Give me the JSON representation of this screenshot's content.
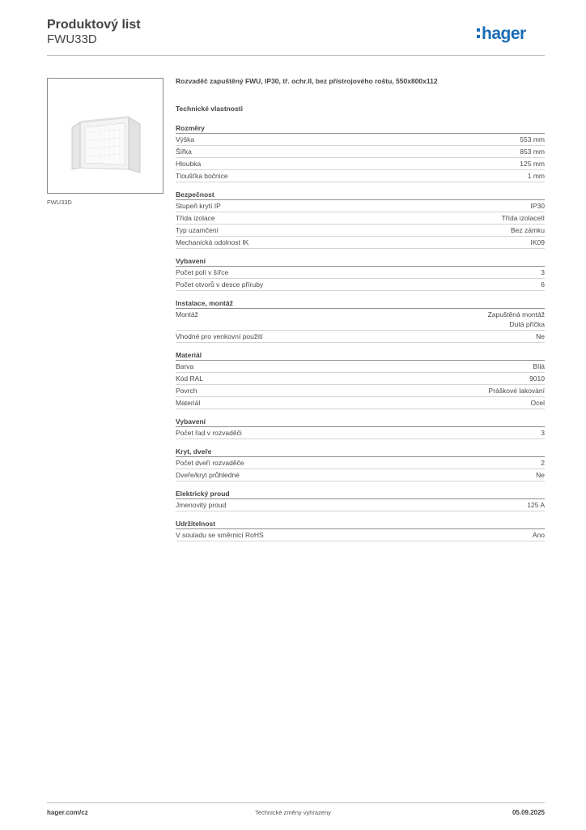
{
  "header": {
    "title": "Produktový list",
    "product_code": "FWU33D",
    "logo_text": "hager"
  },
  "colors": {
    "logo_blue": "#1a6cb5",
    "text": "#3a3a3a",
    "rule": "#8f8f8f"
  },
  "image": {
    "caption": "FWU33D",
    "icon": "enclosure-product-image"
  },
  "description": "Rozvaděč zapuštěný FWU, IP30, tř. ochr.II, bez přístrojového roštu, 550x800x112",
  "properties_heading": "Technické vlastnosti",
  "sections": [
    {
      "title": "Rozměry",
      "rows": [
        {
          "label": "Výška",
          "value": [
            "553 mm"
          ]
        },
        {
          "label": "Šířka",
          "value": [
            "853 mm"
          ]
        },
        {
          "label": "Hloubka",
          "value": [
            "125 mm"
          ]
        },
        {
          "label": "Tloušťka bočnice",
          "value": [
            "1 mm"
          ]
        }
      ]
    },
    {
      "title": "Bezpečnost",
      "rows": [
        {
          "label": "Stupeň krytí IP",
          "value": [
            "IP30"
          ]
        },
        {
          "label": "Třída izolace",
          "value": [
            "Třída izolaceII"
          ]
        },
        {
          "label": "Typ uzamčení",
          "value": [
            "Bez zámku"
          ]
        },
        {
          "label": "Mechanická odolnost IK",
          "value": [
            "IK09"
          ]
        }
      ]
    },
    {
      "title": "Vybavení",
      "rows": [
        {
          "label": "Počet polí v šířce",
          "value": [
            "3"
          ]
        },
        {
          "label": "Počet otvorů v desce příruby",
          "value": [
            "6"
          ]
        }
      ]
    },
    {
      "title": "Instalace, montáž",
      "rows": [
        {
          "label": "Montáž",
          "value": [
            "Zapuštěná montáž",
            "Dutá příčka"
          ]
        },
        {
          "label": "Vhodné pro venkovní použití",
          "value": [
            "Ne"
          ]
        }
      ]
    },
    {
      "title": "Materiál",
      "rows": [
        {
          "label": "Barva",
          "value": [
            "Bílá"
          ]
        },
        {
          "label": "Kód RAL",
          "value": [
            "9010"
          ]
        },
        {
          "label": "Povrch",
          "value": [
            "Práškové lakování"
          ]
        },
        {
          "label": "Materiál",
          "value": [
            "Ocel"
          ]
        }
      ]
    },
    {
      "title": "Vybavení",
      "rows": [
        {
          "label": "Počet řad v rozvaděči",
          "value": [
            "3"
          ]
        }
      ]
    },
    {
      "title": "Kryt, dveře",
      "rows": [
        {
          "label": "Počet dveří rozvaděče",
          "value": [
            "2"
          ]
        },
        {
          "label": "Dveře/kryt průhledné",
          "value": [
            "Ne"
          ]
        }
      ]
    },
    {
      "title": "Elektrický proud",
      "rows": [
        {
          "label": "Jmenovitý proud",
          "value": [
            "125 A"
          ]
        }
      ]
    },
    {
      "title": "Udržitelnost",
      "rows": [
        {
          "label": "V souladu se směrnicí RoHS",
          "value": [
            "Ano"
          ]
        }
      ]
    }
  ],
  "footer": {
    "website": "hager.com/cz",
    "note": "Technické změny vyhrazeny",
    "date": "05.09.2025"
  }
}
